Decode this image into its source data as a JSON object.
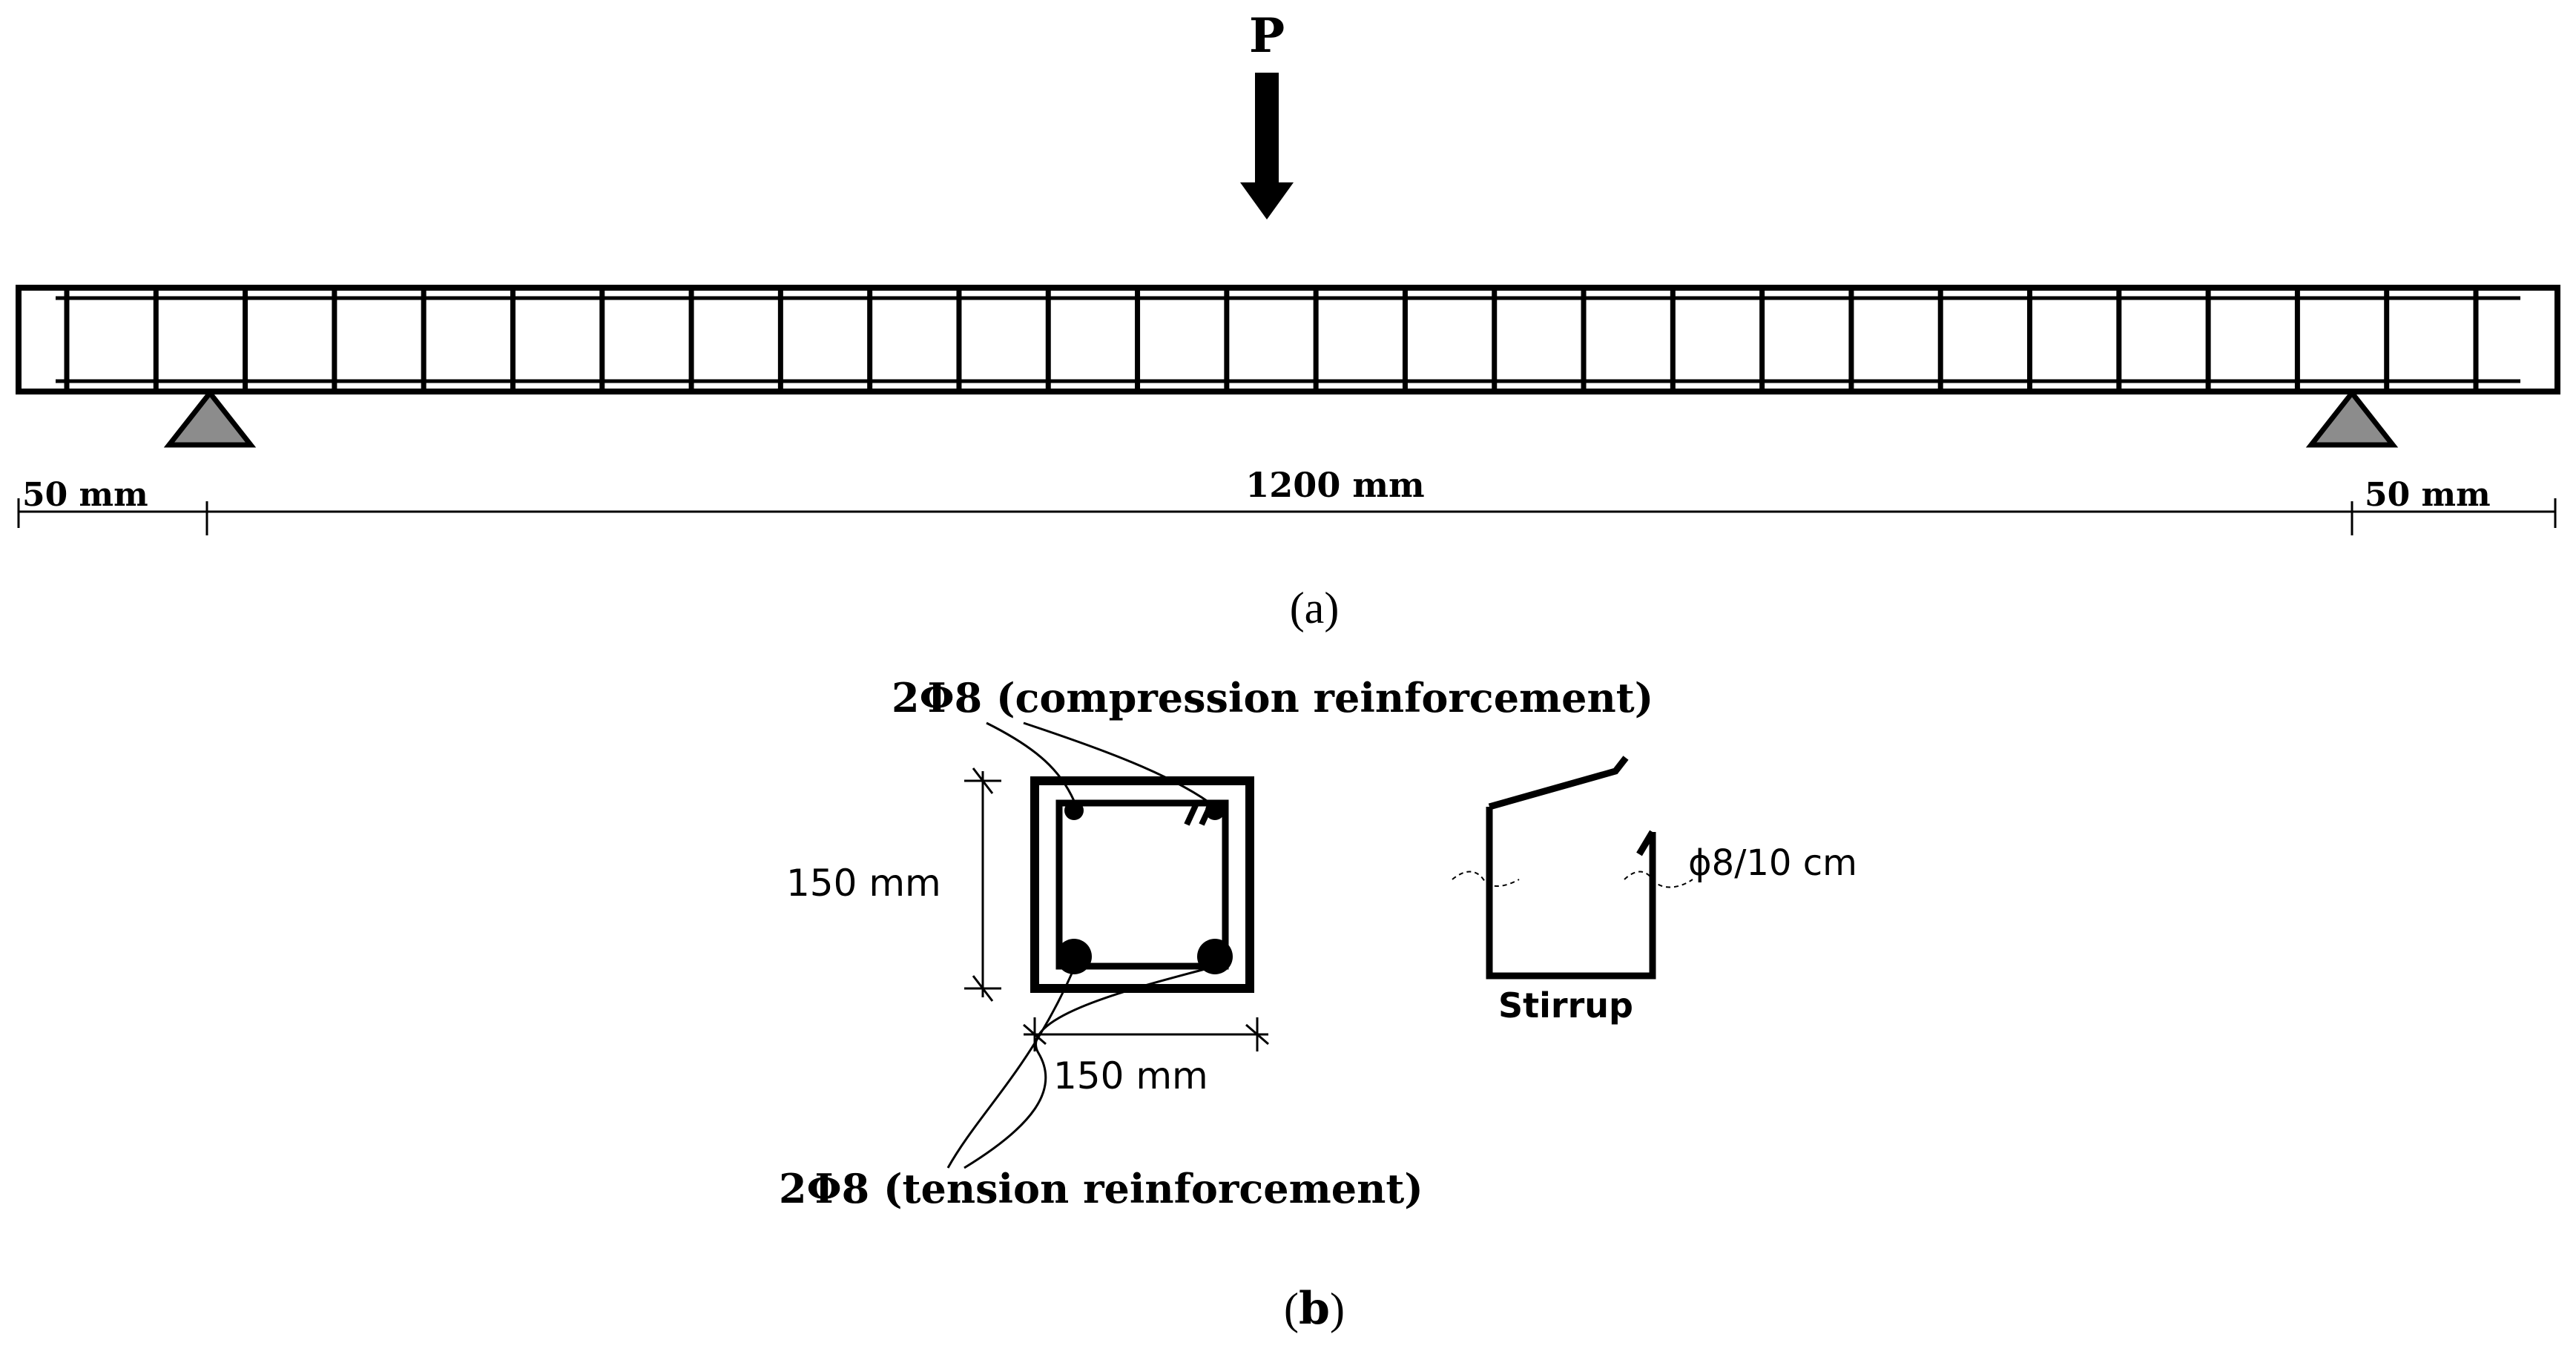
{
  "panel_a": {
    "load_label": "P",
    "stirrup_count": 28,
    "left_overhang_label": "50 mm",
    "span_label": "1200 mm",
    "right_overhang_label": "50 mm",
    "caption_open": "(",
    "caption_letter": "a",
    "caption_close": ")"
  },
  "panel_b": {
    "compression_label": "2Φ8 (compression reinforcement)",
    "tension_label": "2Φ8 (tension reinforcement)",
    "height_label": "150 mm",
    "width_label": "150 mm",
    "stirrup_spec_label": "ϕ8/10 cm",
    "stirrup_label": "Stirrup",
    "caption_open": "(",
    "caption_letter": "b",
    "caption_close": ")"
  },
  "colors": {
    "line": "#000000",
    "support_fill": "#8c8c8c"
  }
}
